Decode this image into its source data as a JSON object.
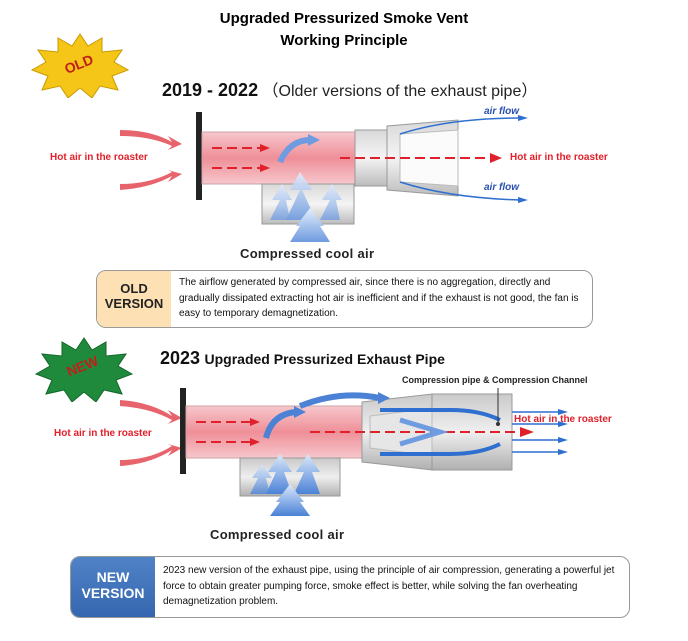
{
  "title": {
    "line1": "Upgraded Pressurized Smoke Vent",
    "line2": "Working Principle"
  },
  "old_section": {
    "badge": "OLD",
    "heading_year": "2019 - 2022",
    "heading_note": "（Older versions of the exhaust pipe）",
    "label_hot_air_in": "Hot air in the roaster",
    "label_hot_air_out": "Hot air in the roaster",
    "label_air_flow_top": "air flow",
    "label_air_flow_bottom": "air flow",
    "label_compressed": "Compressed cool air",
    "tag_line1": "OLD",
    "tag_line2": "VERSION",
    "description": "The airflow generated by compressed air, since there is no aggregation, directly and gradually dissipated extracting hot air is inefficient and if the exhaust is not good, the fan is easy to temporary demagnetization."
  },
  "new_section": {
    "badge": "NEW",
    "heading_year": "2023",
    "heading_text": "Upgraded Pressurized Exhaust Pipe",
    "label_compression": "Compression pipe & Compression Channel",
    "label_hot_air_in": "Hot air in the roaster",
    "label_hot_air_out": "Hot air in the roaster",
    "label_compressed": "Compressed cool air",
    "tag_line1": "NEW",
    "tag_line2": "VERSION",
    "description": "2023 new version of the exhaust pipe, using the principle of air compression, generating a powerful jet force to obtain greater pumping force, smoke effect is better, while solving the fan overheating demagnetization problem."
  },
  "colors": {
    "old_badge": "#f5c518",
    "new_badge": "#1f8a3b",
    "hot_air": "#e0202a",
    "air_flow": "#2f6fd0",
    "old_tag": "#fde1b4",
    "new_tag": "#3f74bd"
  }
}
